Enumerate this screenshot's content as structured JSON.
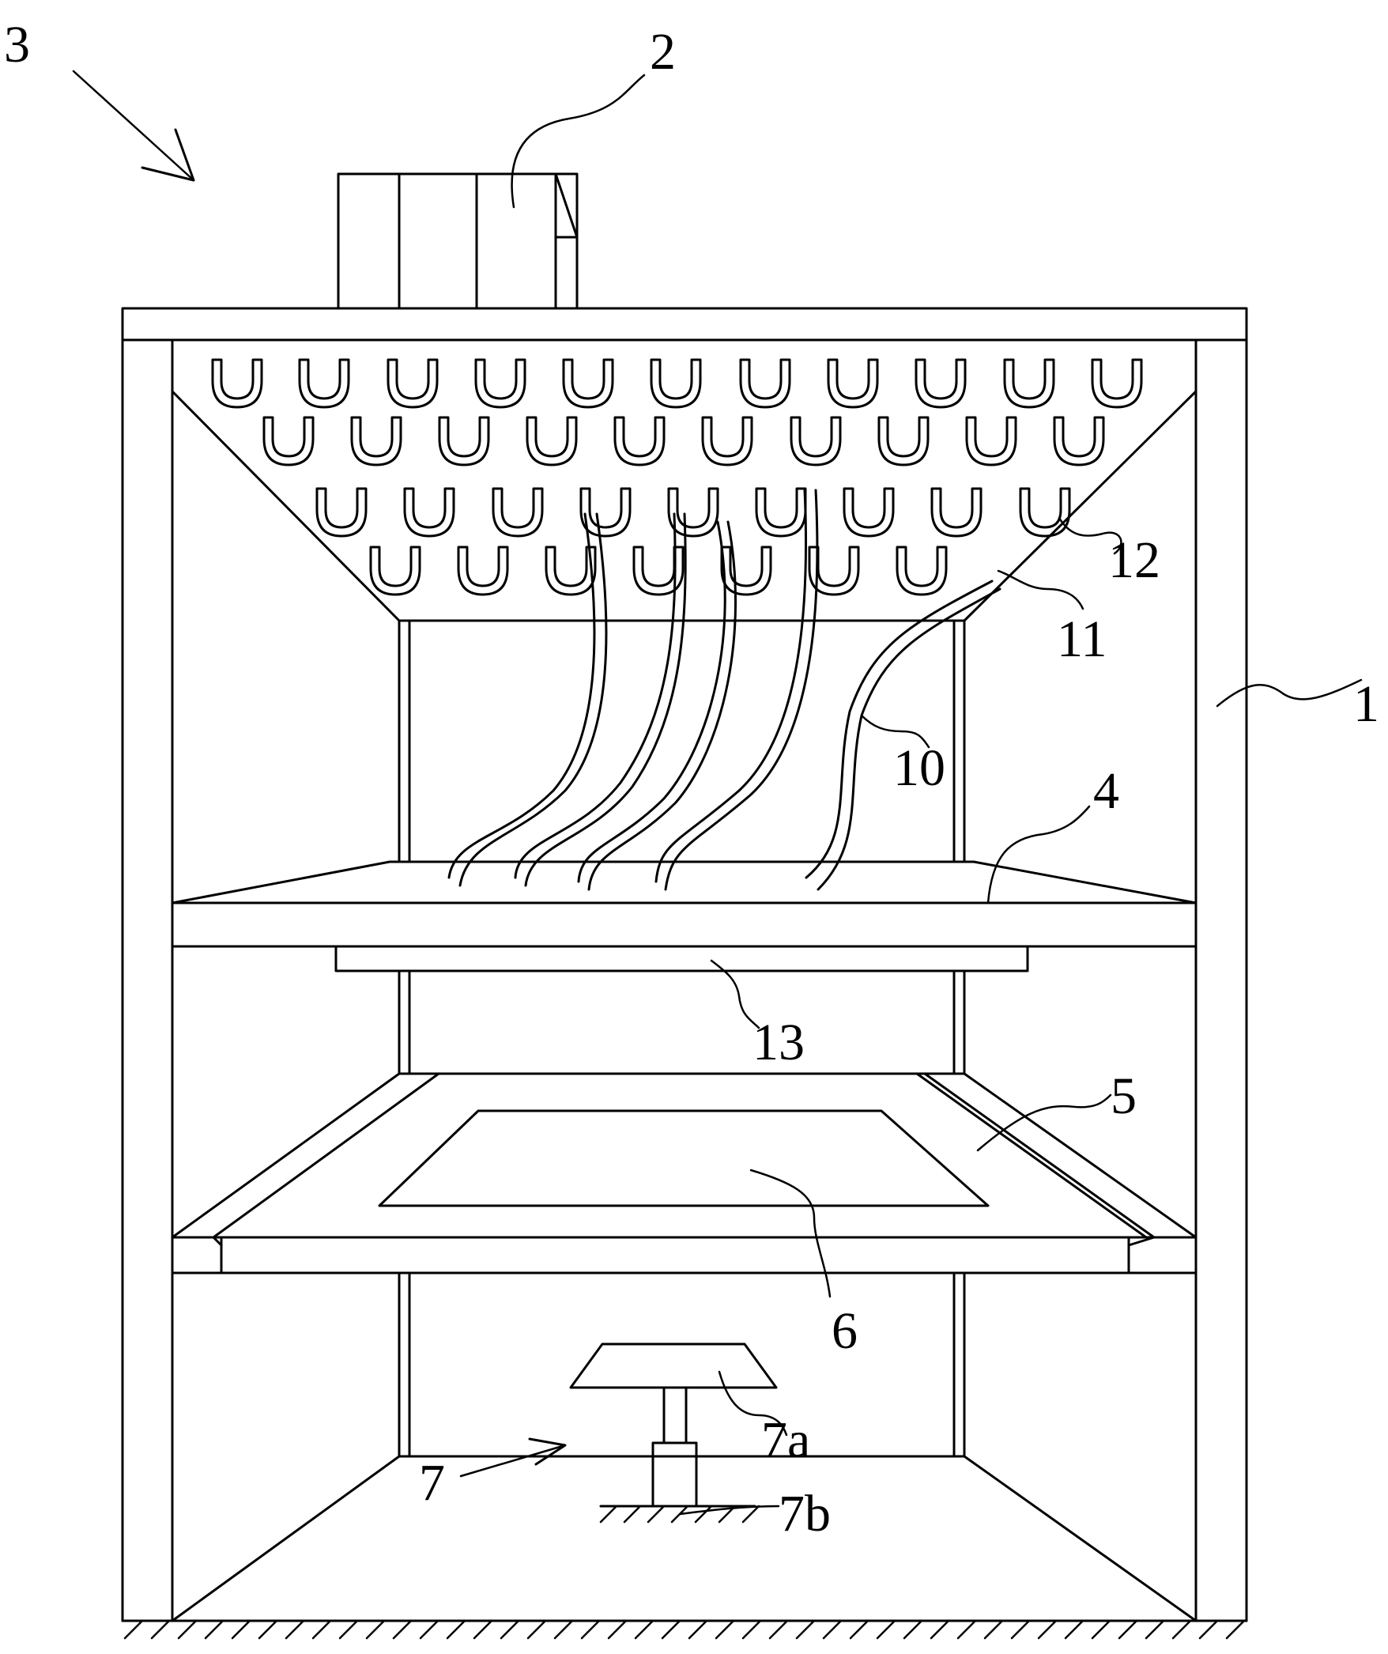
{
  "labels": {
    "l1": "1",
    "l2": "2",
    "l3": "3",
    "l4": "4",
    "l5": "5",
    "l6": "6",
    "l7": "7",
    "l7a": "7a",
    "l7b": "7b",
    "l10": "10",
    "l11": "11",
    "l12": "12",
    "l13": "13"
  },
  "colors": {
    "stroke": "#000000",
    "background": "#ffffff"
  }
}
